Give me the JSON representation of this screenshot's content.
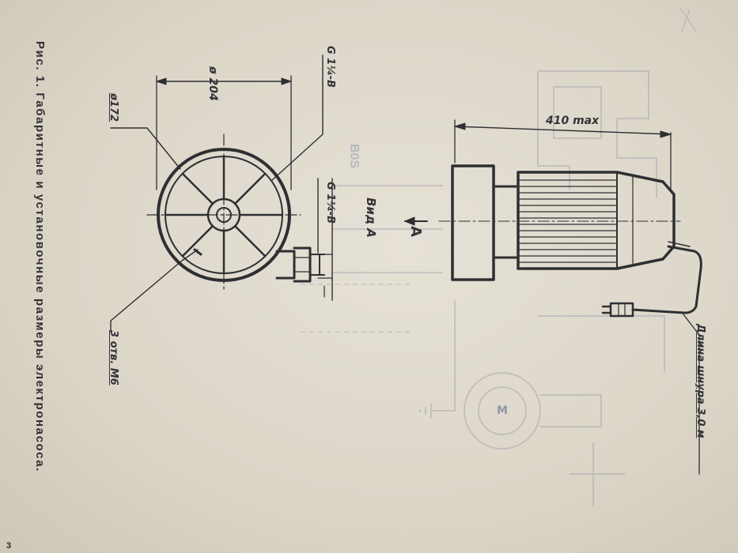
{
  "caption": "Рис. 1. Габаритные и установочные размеры электронасоса.",
  "labels": {
    "diameter_outer": "ø 204",
    "diameter_bolt": "ø172",
    "thread_top": "G 1¼-B",
    "thread_bottom": "G 1¼-B",
    "view_a": "Вид А",
    "holes": "3 отв. М6",
    "length_max": "410 max",
    "arrow_a": "А",
    "cord_length": "Длина шнура 3,0 м"
  },
  "bleed_text": {
    "motor_letter": "М",
    "faint_mark": "B0S"
  },
  "page_number": "3"
}
